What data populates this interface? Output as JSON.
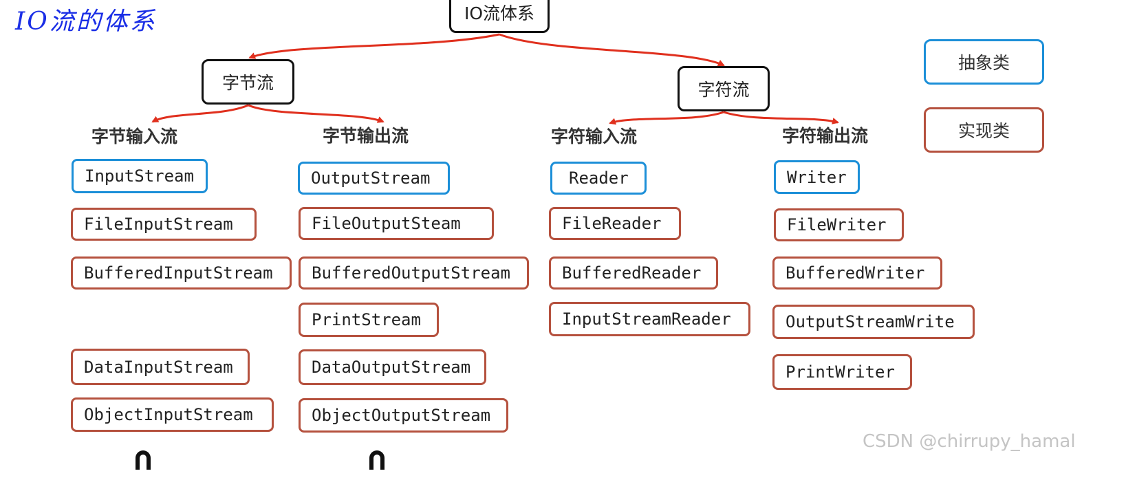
{
  "header": {
    "title": "IO流的体系"
  },
  "root": {
    "label": "IO流体系"
  },
  "branches": {
    "byte": {
      "label": "字节流",
      "input": {
        "heading": "字节输入流",
        "abstract": "InputStream",
        "impls": [
          "FileInputStream",
          "BufferedInputStream",
          "DataInputStream",
          "ObjectInputStream"
        ]
      },
      "output": {
        "heading": "字节输出流",
        "abstract": "OutputStream",
        "impls": [
          "FileOutputSteam",
          "BufferedOutputStream",
          "PrintStream",
          "DataOutputStream",
          "ObjectOutputStream"
        ]
      }
    },
    "char": {
      "label": "字符流",
      "input": {
        "heading": "字符输入流",
        "abstract": "Reader",
        "impls": [
          "FileReader",
          "BufferedReader",
          "InputStreamReader"
        ]
      },
      "output": {
        "heading": "字符输出流",
        "abstract": "Writer",
        "impls": [
          "FileWriter",
          "BufferedWriter",
          "OutputStreamWrite",
          "PrintWriter"
        ]
      }
    }
  },
  "legend": {
    "abstract": "抽象类",
    "impl": "实现类"
  },
  "watermark": "CSDN @chirrupy_hamal",
  "colors": {
    "title": "#1a2ee6",
    "arrow": "#e0301e",
    "abstract_border": "#1c8fd8",
    "impl_border": "#b5513e",
    "node_border": "#111111"
  }
}
